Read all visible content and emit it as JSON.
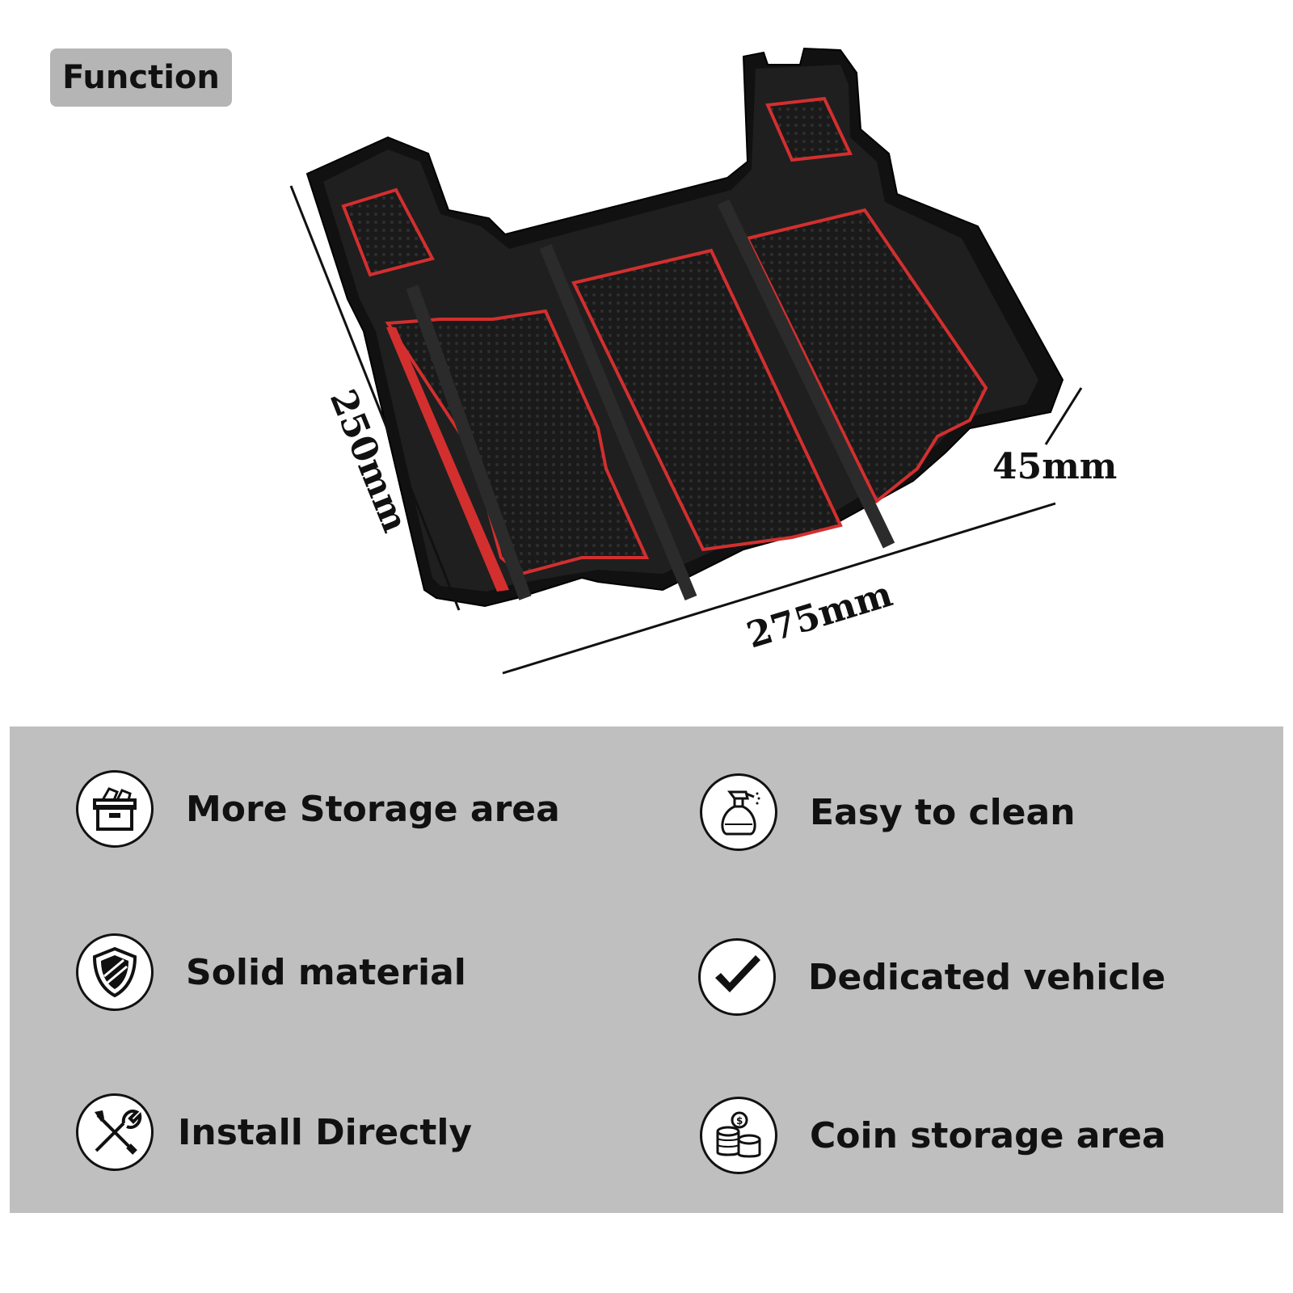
{
  "badge": {
    "label": "Function"
  },
  "dimensions": {
    "depth": "250mm",
    "width": "275mm",
    "height": "45mm"
  },
  "features": [
    {
      "label": "More Storage area",
      "icon": "storage-box-icon"
    },
    {
      "label": "Easy to clean",
      "icon": "spray-bottle-icon"
    },
    {
      "label": "Solid material",
      "icon": "shield-icon"
    },
    {
      "label": "Dedicated vehicle",
      "icon": "checkmark-icon"
    },
    {
      "label": "Install Directly",
      "icon": "tools-icon"
    },
    {
      "label": "Coin storage area",
      "icon": "coins-icon"
    }
  ],
  "colors": {
    "panel_background": "#bfbfbf",
    "tray_body": "#111111",
    "tray_accent": "#d32f2f"
  }
}
